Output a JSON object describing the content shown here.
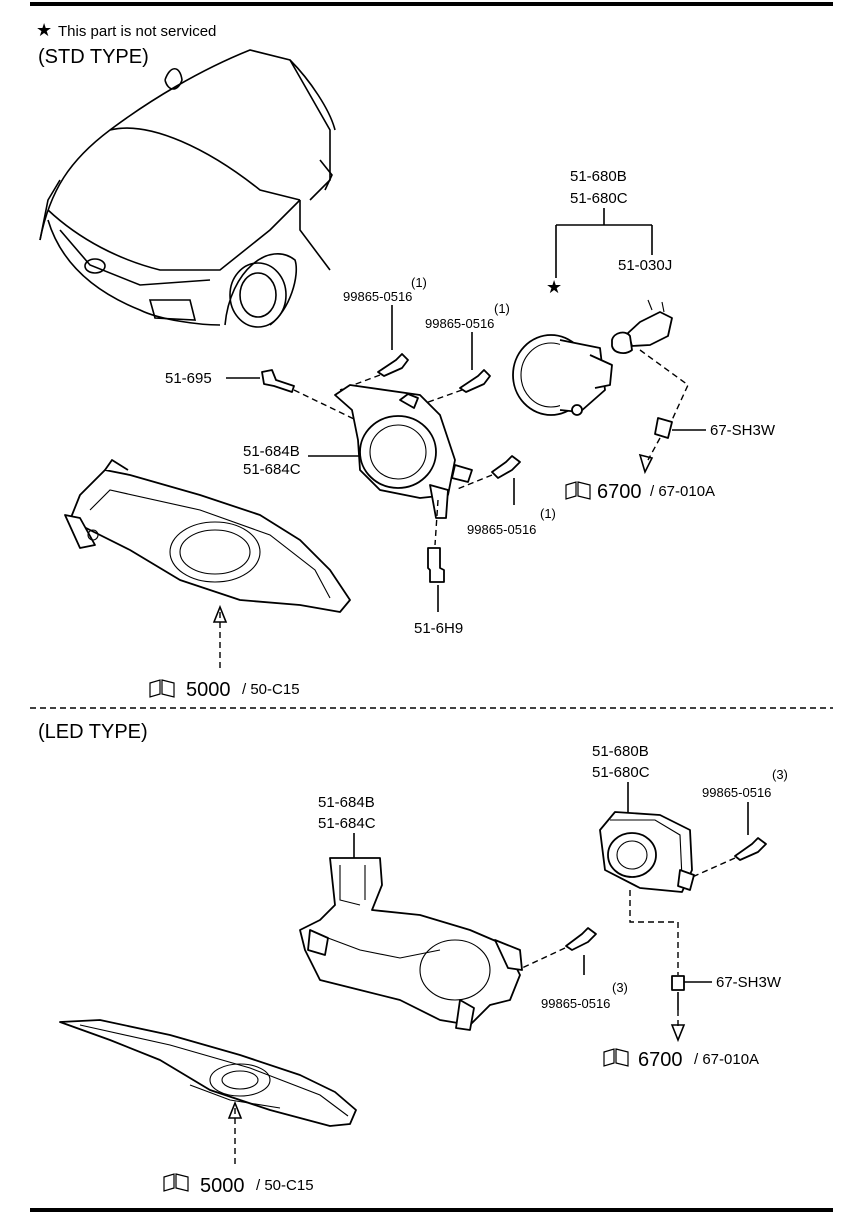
{
  "legend": {
    "symbol": "★",
    "text": "This part is not serviced"
  },
  "std_section": {
    "title": "(STD TYPE)",
    "labels": {
      "bulb_part_a": "51-680B",
      "bulb_part_b": "51-680C",
      "socket_bulb": "51-030J",
      "bolt_top1_qty": "(1)",
      "bolt_top1": "99865-0516",
      "bolt_top2_qty": "(1)",
      "bolt_top2": "99865-0516",
      "screw_left": "51-695",
      "bracket_a": "51-684B",
      "bracket_b": "51-684C",
      "connector": "67-SH3W",
      "ref_wiring_main": "6700",
      "ref_wiring_sub": "/ 67-010A",
      "bolt_right": "99865-0516",
      "bolt_right_qty": "(1)",
      "bolt_bottom": "51-6H9",
      "ref_bumper_main": "5000",
      "ref_bumper_sub": "/ 50-C15"
    }
  },
  "led_section": {
    "title": "(LED TYPE)",
    "labels": {
      "lamp_a": "51-680B",
      "lamp_b": "51-680C",
      "bolt_qty": "(3)",
      "bolt": "99865-0516",
      "bracket_a": "51-684B",
      "bracket_b": "51-684C",
      "bolt2": "99865-0516",
      "bolt2_qty": "(3)",
      "connector": "67-SH3W",
      "ref_wiring_main": "6700",
      "ref_wiring_sub": "/ 67-010A",
      "ref_bumper_main": "5000",
      "ref_bumper_sub": "/ 50-C15"
    }
  }
}
